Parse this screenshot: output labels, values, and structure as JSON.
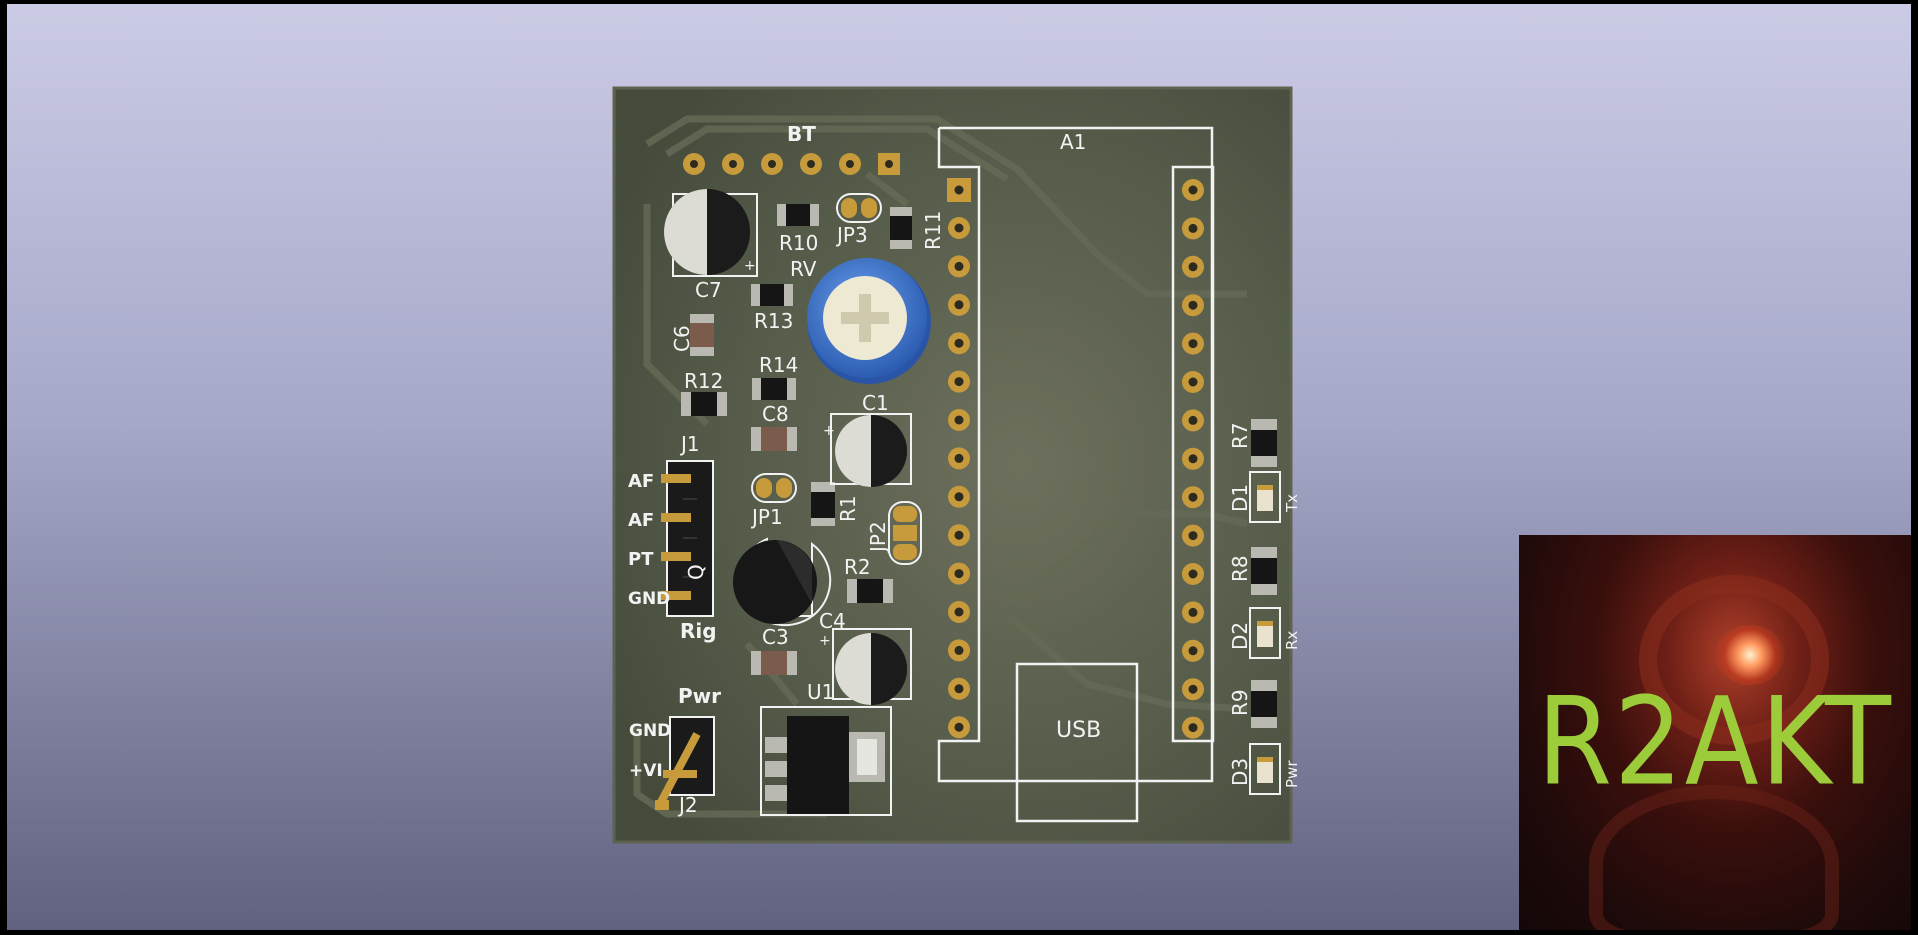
{
  "board": {
    "labels": {
      "BT": "BT",
      "A1": "A1",
      "R10": "R10",
      "JP3": "JP3",
      "R11": "R11",
      "RV": "RV",
      "C7": "C7",
      "R13": "R13",
      "C6": "C6",
      "R12": "R12",
      "R14": "R14",
      "C8": "C8",
      "C1": "C1",
      "J1": "J1",
      "JP1": "JP1",
      "R1": "R1",
      "JP2": "JP2",
      "R2": "R2",
      "Q": "Q",
      "C4": "C4",
      "C3": "C3",
      "U1": "U1",
      "Rig": "Rig",
      "Pwr": "Pwr",
      "J2": "J2",
      "R7": "R7",
      "D1": "D1",
      "R8": "R8",
      "D2": "D2",
      "R9": "R9",
      "D3": "D3",
      "Tx": "Tx",
      "Rx": "Rx",
      "PwrLed": "Pwr",
      "USB": "USB",
      "AF1": "AF",
      "AF2": "AF",
      "PT": "PT",
      "GND1": "GND",
      "GND2": "GND",
      "VIN": "+VI"
    },
    "colors": {
      "board": "#4d5443",
      "silk": "#f2f2f2",
      "pad": "#c79a3c",
      "trimmer": "#3e73c8"
    }
  },
  "logo": {
    "text": "R2AKT",
    "color": "#9ccc3a"
  }
}
